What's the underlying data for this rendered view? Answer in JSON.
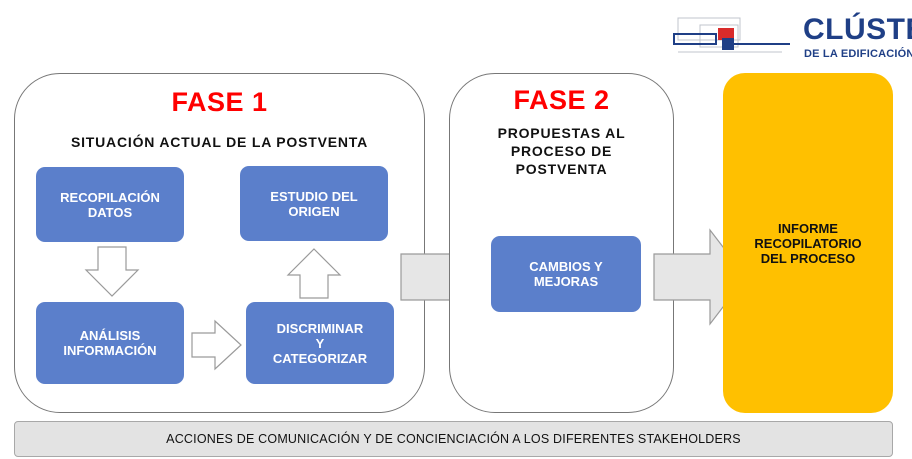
{
  "logo": {
    "line1": "CLÚSTER",
    "line2": "DE LA EDIFICACIÓN"
  },
  "phase1": {
    "title": "FASE 1",
    "subtitle": "SITUACIÓN ACTUAL DE LA POSTVENTA",
    "boxes": {
      "recopilacion": "RECOPILACIÓN\nDATOS",
      "estudio": "ESTUDIO DEL\nORIGEN",
      "analisis": "ANÁLISIS\nINFORMACIÓN",
      "discriminar": "DISCRIMINAR\nY\nCATEGORIZAR"
    }
  },
  "phase2": {
    "title": "FASE 2",
    "subtitle": "PROPUESTAS AL\nPROCESO DE\nPOSTVENTA",
    "box": "CAMBIOS Y\nMEJORAS"
  },
  "result": {
    "label": "INFORME\nRECOPILATORIO\nDEL PROCESO"
  },
  "footer": "ACCIONES DE COMUNICACIÓN Y DE CONCIENCIACIÓN A LOS DIFERENTES STAKEHOLDERS",
  "colors": {
    "box": "#5b7fcb",
    "title": "#ff0000",
    "result": "#ffc000",
    "logo": "#1f3f86",
    "logo_accent": "#d92b2b"
  }
}
